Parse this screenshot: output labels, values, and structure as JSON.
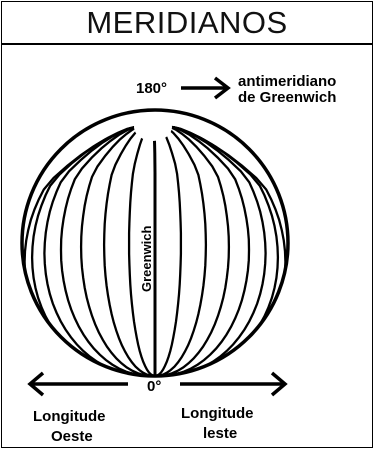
{
  "title": "MERIDIANOS",
  "labels": {
    "top_degree": "180°",
    "antimeridian_line1": "antimeridiano",
    "antimeridian_line2": "de Greenwich",
    "greenwich": "Greenwich",
    "bottom_degree": "0°",
    "west_line1": "Longitude",
    "west_line2": "Oeste",
    "east_line1": "Longitude",
    "east_line2": "leste"
  },
  "colors": {
    "ink": "#000000",
    "background": "#ffffff"
  }
}
